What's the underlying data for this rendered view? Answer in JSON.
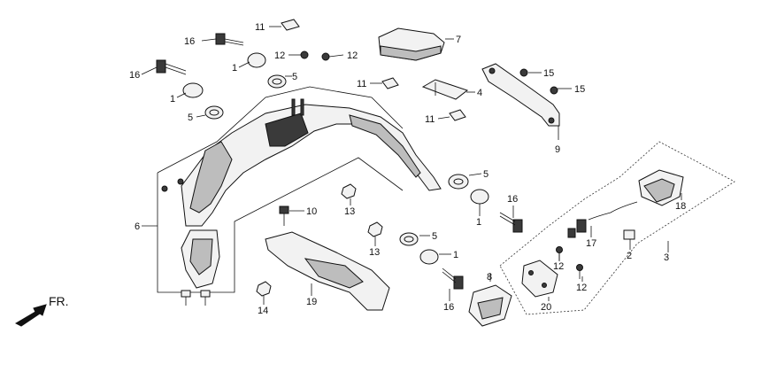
{
  "direction_label": "FR.",
  "callouts": [
    {
      "id": "c1a",
      "label": "1"
    },
    {
      "id": "c1b",
      "label": "1"
    },
    {
      "id": "c1c",
      "label": "1"
    },
    {
      "id": "c1d",
      "label": "1"
    },
    {
      "id": "c2",
      "label": "2"
    },
    {
      "id": "c3",
      "label": "3"
    },
    {
      "id": "c4",
      "label": "4"
    },
    {
      "id": "c5a",
      "label": "5"
    },
    {
      "id": "c5b",
      "label": "5"
    },
    {
      "id": "c5c",
      "label": "5"
    },
    {
      "id": "c5d",
      "label": "5"
    },
    {
      "id": "c6",
      "label": "6"
    },
    {
      "id": "c7",
      "label": "7"
    },
    {
      "id": "c8",
      "label": "8"
    },
    {
      "id": "c9",
      "label": "9"
    },
    {
      "id": "c10",
      "label": "10"
    },
    {
      "id": "c11a",
      "label": "11"
    },
    {
      "id": "c11b",
      "label": "11"
    },
    {
      "id": "c11c",
      "label": "11"
    },
    {
      "id": "c12a",
      "label": "12"
    },
    {
      "id": "c12b",
      "label": "12"
    },
    {
      "id": "c12c",
      "label": "12"
    },
    {
      "id": "c12d",
      "label": "12"
    },
    {
      "id": "c13a",
      "label": "13"
    },
    {
      "id": "c13b",
      "label": "13"
    },
    {
      "id": "c14",
      "label": "14"
    },
    {
      "id": "c15a",
      "label": "15"
    },
    {
      "id": "c15b",
      "label": "15"
    },
    {
      "id": "c16a",
      "label": "16"
    },
    {
      "id": "c16b",
      "label": "16"
    },
    {
      "id": "c16c",
      "label": "16"
    },
    {
      "id": "c16d",
      "label": "16"
    },
    {
      "id": "c17",
      "label": "17"
    },
    {
      "id": "c18",
      "label": "18"
    },
    {
      "id": "c19",
      "label": "19"
    },
    {
      "id": "c20",
      "label": "20"
    }
  ]
}
